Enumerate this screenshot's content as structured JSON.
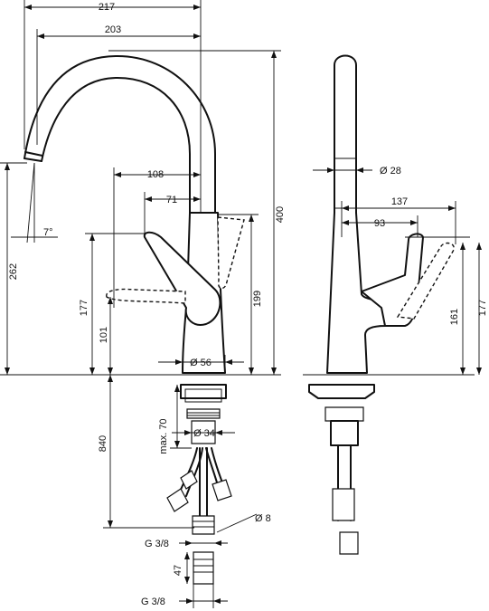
{
  "dimensions": {
    "width_outer": "217",
    "width_inner": "203",
    "reach_108": "108",
    "reach_71": "71",
    "angle": "7°",
    "height_262": "262",
    "height_400": "400",
    "height_199": "199",
    "height_177_left": "177",
    "height_101": "101",
    "base_diameter": "Ø 56",
    "shank_diameter": "Ø 34",
    "max_70": "max. 70",
    "below_840": "840",
    "hose_diameter": "Ø 8",
    "thread_top": "G 3/8",
    "connector_47": "47",
    "thread_bottom": "G 3/8",
    "spout_diameter": "Ø 28",
    "side_137": "137",
    "side_93": "93",
    "side_161": "161",
    "side_177_right": "177"
  }
}
